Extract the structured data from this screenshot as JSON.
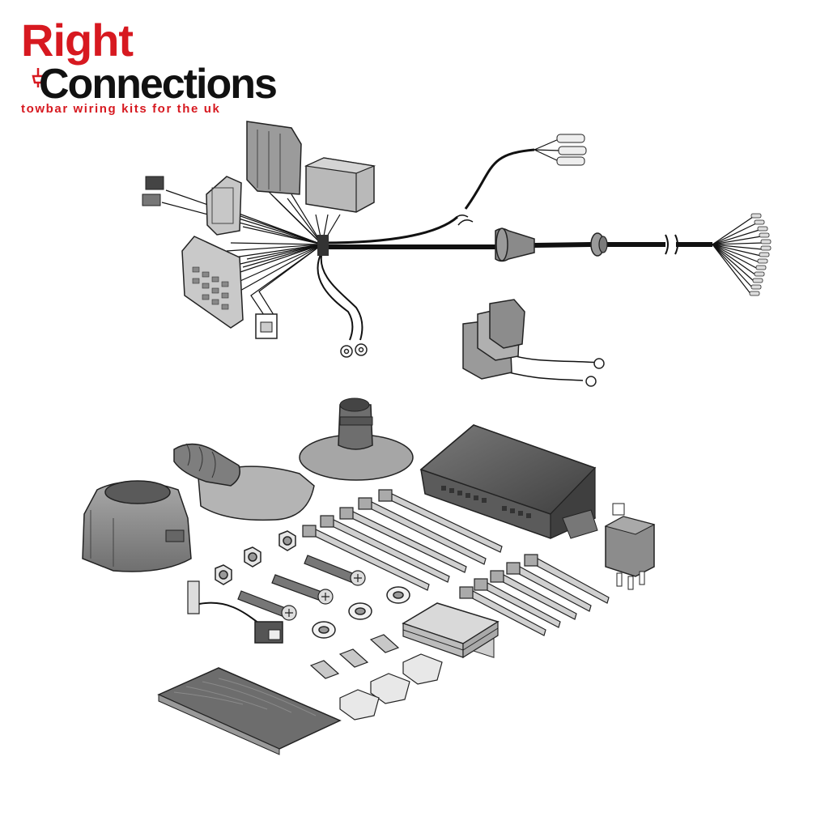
{
  "logo": {
    "word1": "Right",
    "word2": "Connections",
    "tagline": "towbar wiring kits for the uk",
    "colors": {
      "red": "#d71920",
      "black": "#111111"
    }
  },
  "illustration": {
    "subject": "towbar wiring kit components",
    "colors": {
      "part": "#8a8a8a",
      "part_light": "#c8c8c8",
      "part_dark": "#555555",
      "outline": "#222222",
      "cable": "#111111"
    }
  }
}
